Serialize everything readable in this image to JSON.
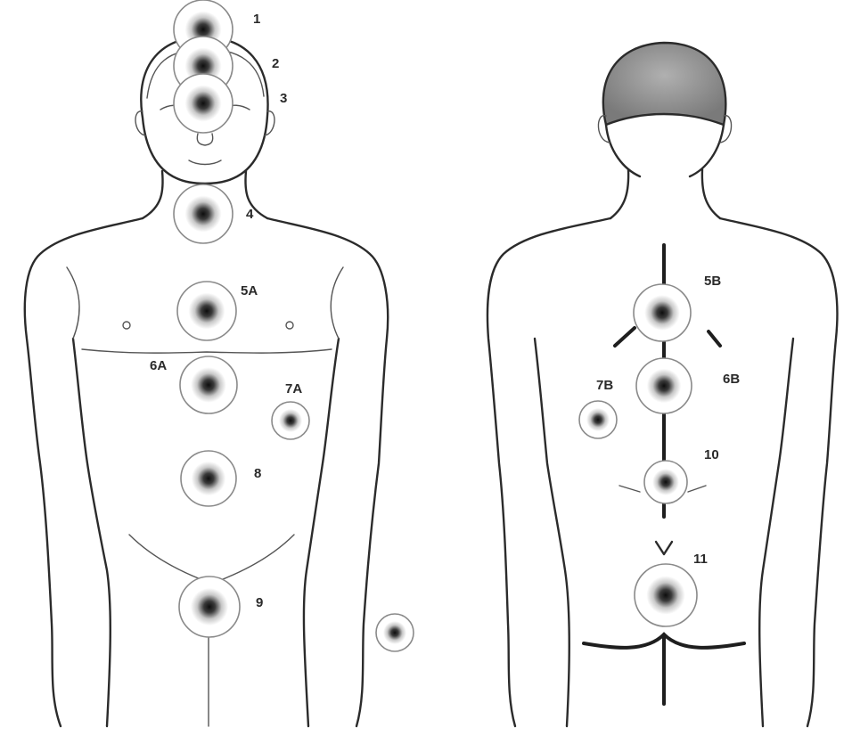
{
  "front_view": {
    "points": [
      {
        "id": "1",
        "label": "1"
      },
      {
        "id": "2",
        "label": "2"
      },
      {
        "id": "3",
        "label": "3"
      },
      {
        "id": "4",
        "label": "4"
      },
      {
        "id": "5A",
        "label": "5A"
      },
      {
        "id": "6A",
        "label": "6A"
      },
      {
        "id": "7A",
        "label": "7A"
      },
      {
        "id": "8",
        "label": "8"
      },
      {
        "id": "9",
        "label": "9"
      },
      {
        "id": "hand",
        "label": ""
      }
    ]
  },
  "back_view": {
    "points": [
      {
        "id": "5B",
        "label": "5B"
      },
      {
        "id": "6B",
        "label": "6B"
      },
      {
        "id": "7B",
        "label": "7B"
      },
      {
        "id": "10",
        "label": "10"
      },
      {
        "id": "11",
        "label": "11"
      }
    ]
  },
  "colors": {
    "outline": "#2b2b2b",
    "marker_center": "#1a1a1a",
    "hair": "#8c8c8c"
  }
}
